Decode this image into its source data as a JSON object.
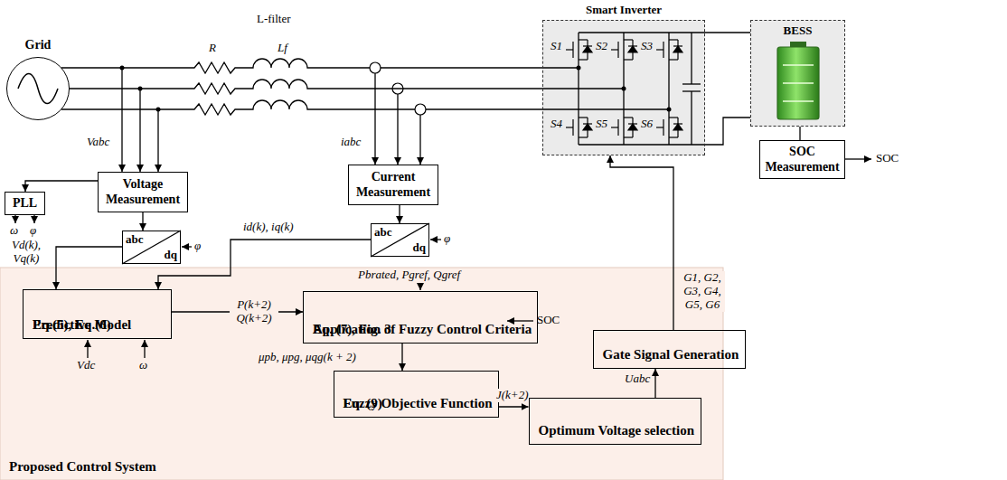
{
  "diagram": {
    "nodes": [
      {
        "text": [
          "Grid"
        ]
      },
      {
        "text": [
          "Smart Inverter"
        ]
      },
      {
        "text": [
          "BESS"
        ]
      },
      {
        "text": [
          "SOC Measurement"
        ]
      },
      {
        "text": [
          "PLL"
        ]
      },
      {
        "text": [
          "Voltage Measurement"
        ]
      },
      {
        "text": [
          "abc",
          "dq"
        ]
      },
      {
        "text": [
          "Current Measurement"
        ]
      },
      {
        "text": [
          "abc",
          "dq"
        ]
      },
      {
        "text": [
          "Proposed Control System"
        ]
      },
      {
        "text": [
          "Predictive Model",
          "Eq.(5), Eq.(6)"
        ],
        "in": 9
      },
      {
        "text": [
          "Application of Fuzzy Control Criteria",
          "Eq. (7), Fig. 3"
        ],
        "in": 9
      },
      {
        "text": [
          "Fuzzy Objective Function",
          "Eq. (9)"
        ],
        "in": 9
      },
      {
        "text": [
          "Optimum Voltage selection"
        ],
        "in": 9
      },
      {
        "text": [
          "Gate Signal Generation"
        ],
        "in": 9
      }
    ],
    "edges": [
      {
        "from": 0,
        "to": 1,
        "arrow": "none"
      },
      {
        "from": 1,
        "to": 2,
        "arrow": "none"
      },
      {
        "from": 2,
        "to": 3,
        "arrow": "none"
      },
      {
        "from": 5,
        "to": 4,
        "arrow": "to"
      },
      {
        "from": 5,
        "to": 6,
        "arrow": "to"
      },
      {
        "from": 6,
        "to": 10,
        "label": "Vd(k), Vq(k)",
        "arrow": "to"
      },
      {
        "from": 7,
        "to": 8,
        "arrow": "to"
      },
      {
        "from": 8,
        "to": 10,
        "label": "id(k), iq(k)",
        "arrow": "to"
      },
      {
        "from": 10,
        "to": 11,
        "label": "P(k+2) Q(k+2)",
        "arrow": "to"
      },
      {
        "from": 11,
        "to": 12,
        "label": "μpb, μpg, μqg(k + 2)",
        "arrow": "to"
      },
      {
        "from": 12,
        "to": 13,
        "label": "J(k+2)",
        "arrow": "to"
      },
      {
        "from": 13,
        "to": 14,
        "label": "Uabc",
        "arrow": "to"
      },
      {
        "from": 14,
        "to": 1,
        "label": "G1, G2, G3, G4, G5, G6",
        "arrow": "to"
      }
    ],
    "labels": [
      "L-filter",
      "R",
      "Lf",
      "Vabc",
      "iabc",
      "S1",
      "S2",
      "S3",
      "S4",
      "S5",
      "S6",
      "ω",
      "φ",
      "φ",
      "φ",
      "Pbrated, Pgref, Qgref",
      "SOC",
      "SOC",
      "Vdc",
      "ω"
    ]
  }
}
